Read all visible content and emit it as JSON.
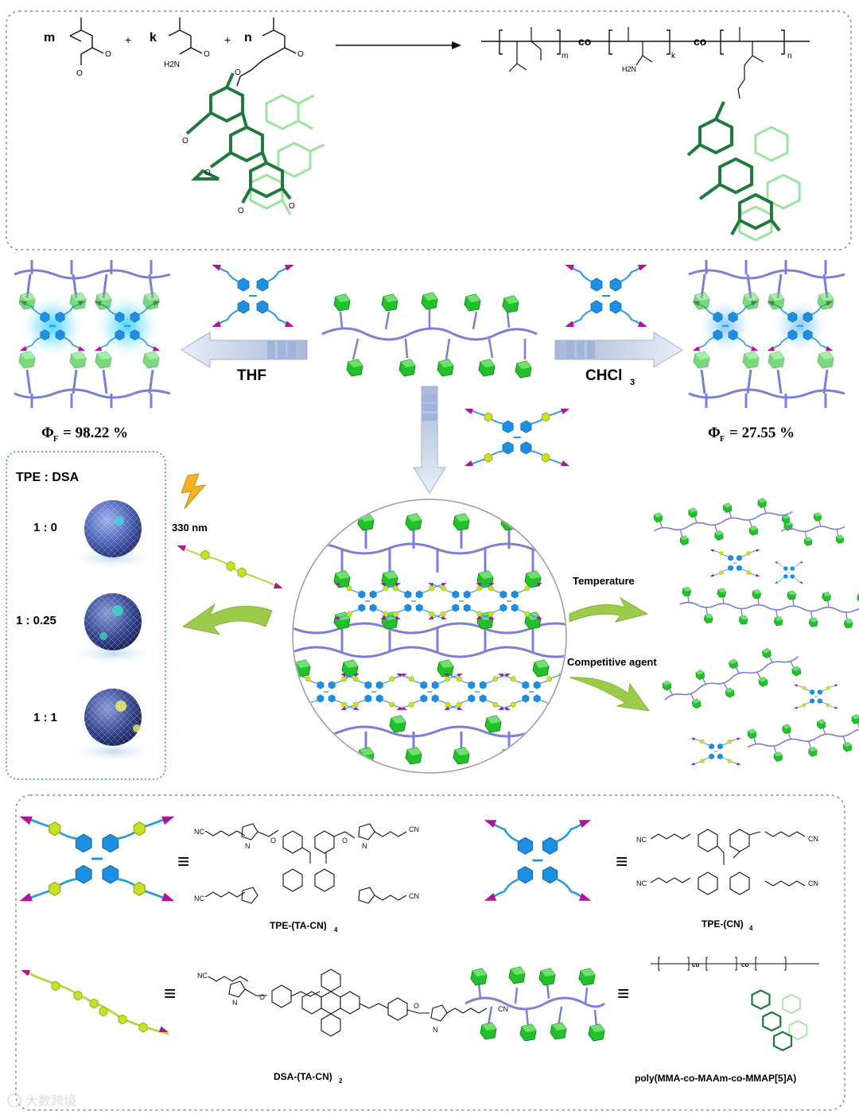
{
  "scheme": {
    "monomers": {
      "m": "m",
      "k": "k",
      "n": "n",
      "plus": "+",
      "nh2": "H2N",
      "o": "O"
    },
    "polymer": {
      "co": "co",
      "sub_m": "m",
      "sub_k": "k",
      "sub_n": "n"
    }
  },
  "middle": {
    "left_solvent": "THF",
    "right_solvent_main": "CHCl",
    "right_solvent_sub": "3",
    "left_phi": {
      "symbol": "Φ",
      "sub": "F",
      "value": "= 98.22 %"
    },
    "right_phi": {
      "symbol": "Φ",
      "sub": "F",
      "value": "= 27.55 %"
    }
  },
  "ratio_panel": {
    "title": "TPE : DSA",
    "ratios": [
      "1 : 0",
      "1 : 0.25",
      "1 : 1"
    ],
    "light_label": "330 nm"
  },
  "stimuli": {
    "temperature": "Temperature",
    "competitive": "Competitive agent"
  },
  "legend": {
    "equiv": "≡",
    "tpe_ta_cn": {
      "main": "TPE-(TA-CN)",
      "sub": "4"
    },
    "tpe_cn": {
      "main": "TPE-(CN)",
      "sub": "4"
    },
    "dsa": {
      "main": "DSA-(TA-CN)",
      "sub": "2"
    },
    "polymer_name": "poly(MMA-co-MAAm-co-MMAP[5]A)",
    "cn": "CN",
    "nc": "NC",
    "n": "N",
    "o": "O",
    "co": "co"
  },
  "watermark": "大数跨境",
  "colors": {
    "polymer": "#7b7fd6",
    "pillar": "#22c02a",
    "tpe": "#1e8fe0",
    "triazole": "#c8e025",
    "terminal": "#b0149c",
    "arrow_blue": "#b7c6e2",
    "arrow_green": "#9ccb4c",
    "pillar_struct": "#1f7a3c",
    "pillar_light": "#9be49c"
  }
}
